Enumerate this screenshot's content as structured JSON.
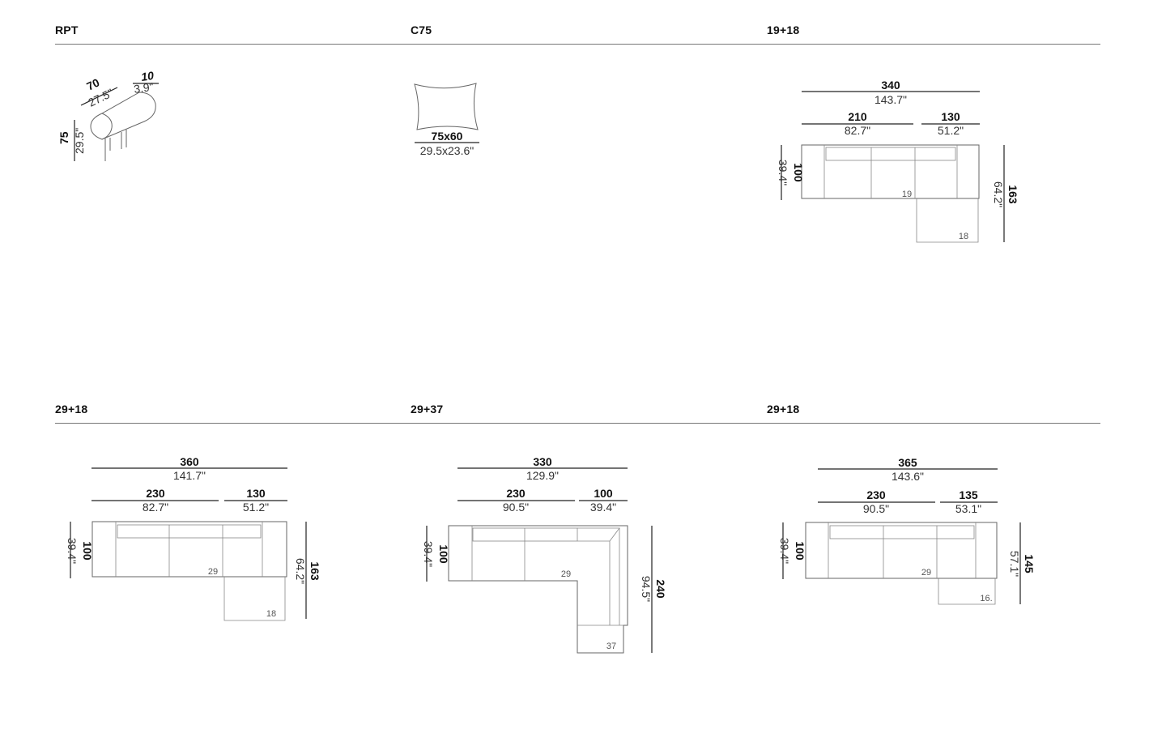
{
  "sections": {
    "rpt": {
      "title": "RPT",
      "width": "70",
      "width_in": "27.5\"",
      "depth": "10",
      "depth_in": "3.9\"",
      "height": "75",
      "height_in": "29.5\""
    },
    "c75": {
      "title": "C75",
      "size": "75x60",
      "size_in": "29.5x23.6\""
    },
    "s19_18": {
      "title": "19+18",
      "total": "340",
      "total_in": "143.7\"",
      "left": "210",
      "left_in": "82.7\"",
      "right": "130",
      "right_in": "51.2\"",
      "depth": "100",
      "depth_in": "39.4\"",
      "full_depth": "163",
      "full_depth_in": "64.2\"",
      "mod_a": "19",
      "mod_b": "18"
    },
    "s29_18_a": {
      "title": "29+18",
      "total": "360",
      "total_in": "141.7\"",
      "left": "230",
      "left_in": "82.7\"",
      "right": "130",
      "right_in": "51.2\"",
      "depth": "100",
      "depth_in": "39.4\"",
      "full_depth": "163",
      "full_depth_in": "64.2\"",
      "mod_a": "29",
      "mod_b": "18"
    },
    "s29_37": {
      "title": "29+37",
      "total": "330",
      "total_in": "129.9\"",
      "left": "230",
      "left_in": "90.5\"",
      "right": "100",
      "right_in": "39.4\"",
      "depth": "100",
      "depth_in": "39.4\"",
      "full_depth": "240",
      "full_depth_in": "94.5\"",
      "mod_a": "29",
      "mod_b": "37"
    },
    "s29_18_b": {
      "title": "29+18",
      "total": "365",
      "total_in": "143.6\"",
      "left": "230",
      "left_in": "90.5\"",
      "right": "135",
      "right_in": "53.1\"",
      "depth": "100",
      "depth_in": "39.4\"",
      "full_depth": "145",
      "full_depth_in": "57.1\"",
      "mod_a": "29",
      "mod_b": "16."
    }
  }
}
